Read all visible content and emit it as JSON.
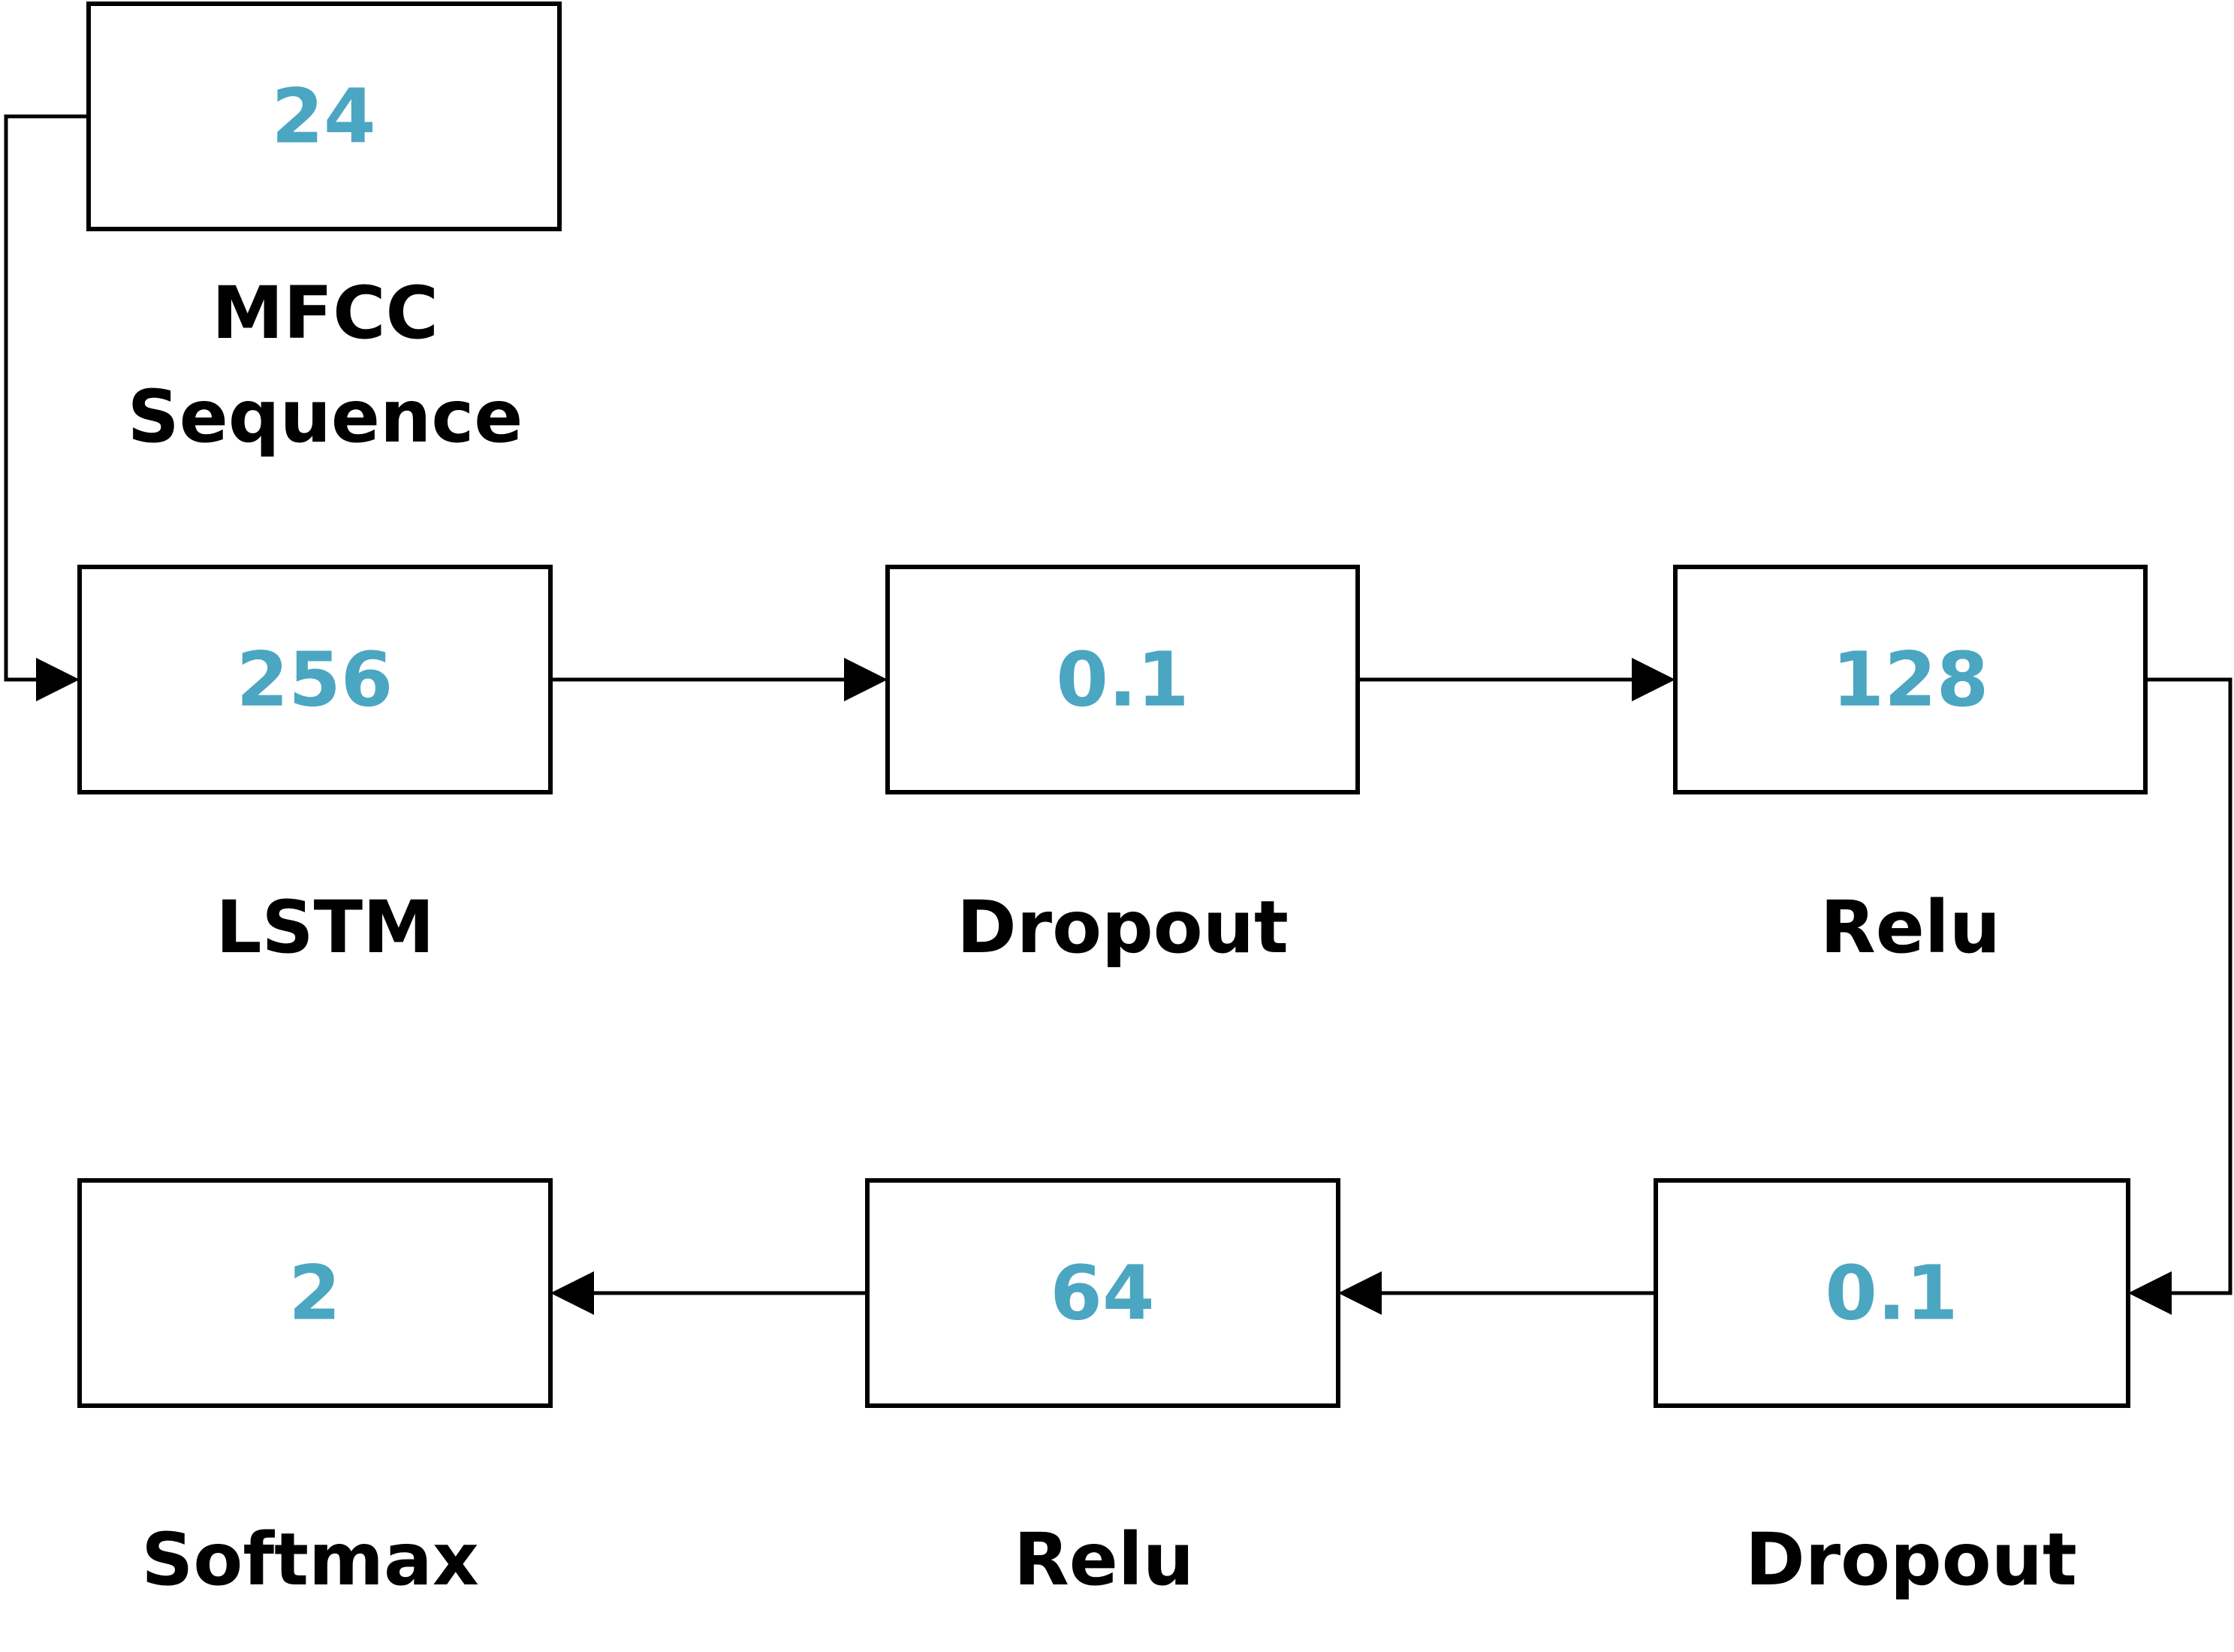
{
  "colors": {
    "value": "#4ba6c2",
    "line": "#000000",
    "label": "#000000"
  },
  "nodes": [
    {
      "id": "mfcc",
      "value": "24",
      "label": [
        "MFCC",
        "Sequence"
      ]
    },
    {
      "id": "lstm",
      "value": "256",
      "label": [
        "LSTM"
      ]
    },
    {
      "id": "dropout1",
      "value": "0.1",
      "label": [
        "Dropout"
      ]
    },
    {
      "id": "relu1",
      "value": "128",
      "label": [
        "Relu"
      ]
    },
    {
      "id": "dropout2",
      "value": "0.1",
      "label": [
        "Dropout"
      ]
    },
    {
      "id": "relu2",
      "value": "64",
      "label": [
        "Relu"
      ]
    },
    {
      "id": "softmax",
      "value": "2",
      "label": [
        "Softmax"
      ]
    }
  ],
  "edges": [
    {
      "from": "mfcc",
      "to": "lstm"
    },
    {
      "from": "lstm",
      "to": "dropout1"
    },
    {
      "from": "dropout1",
      "to": "relu1"
    },
    {
      "from": "relu1",
      "to": "dropout2"
    },
    {
      "from": "dropout2",
      "to": "relu2"
    },
    {
      "from": "relu2",
      "to": "softmax"
    }
  ]
}
